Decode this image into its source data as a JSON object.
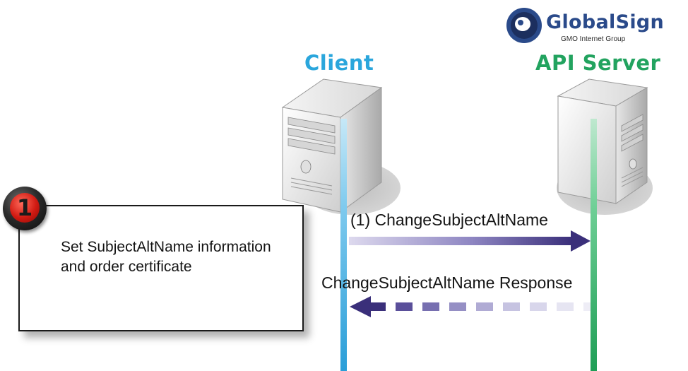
{
  "brand": {
    "name": "GlobalSign",
    "subtitle": "GMO Internet Group",
    "logo_icon": "globalsign-eye-icon",
    "color": "#2a4a8a"
  },
  "actors": {
    "client": {
      "label": "Client",
      "color": "#2aa6dc",
      "icon": "server-tower-icon"
    },
    "server": {
      "label": "API Server",
      "color": "#22a35f",
      "icon": "server-tower-icon"
    }
  },
  "messages": {
    "request": {
      "label": "(1) ChangeSubjectAltName",
      "color": "#3a2f7a"
    },
    "response": {
      "label": "ChangeSubjectAltName Response",
      "color": "#3a2f7a",
      "style": "dashed"
    }
  },
  "note": {
    "step": "1",
    "text": "Set SubjectAltName information and order certificate",
    "badge_color": "#d11a12"
  }
}
